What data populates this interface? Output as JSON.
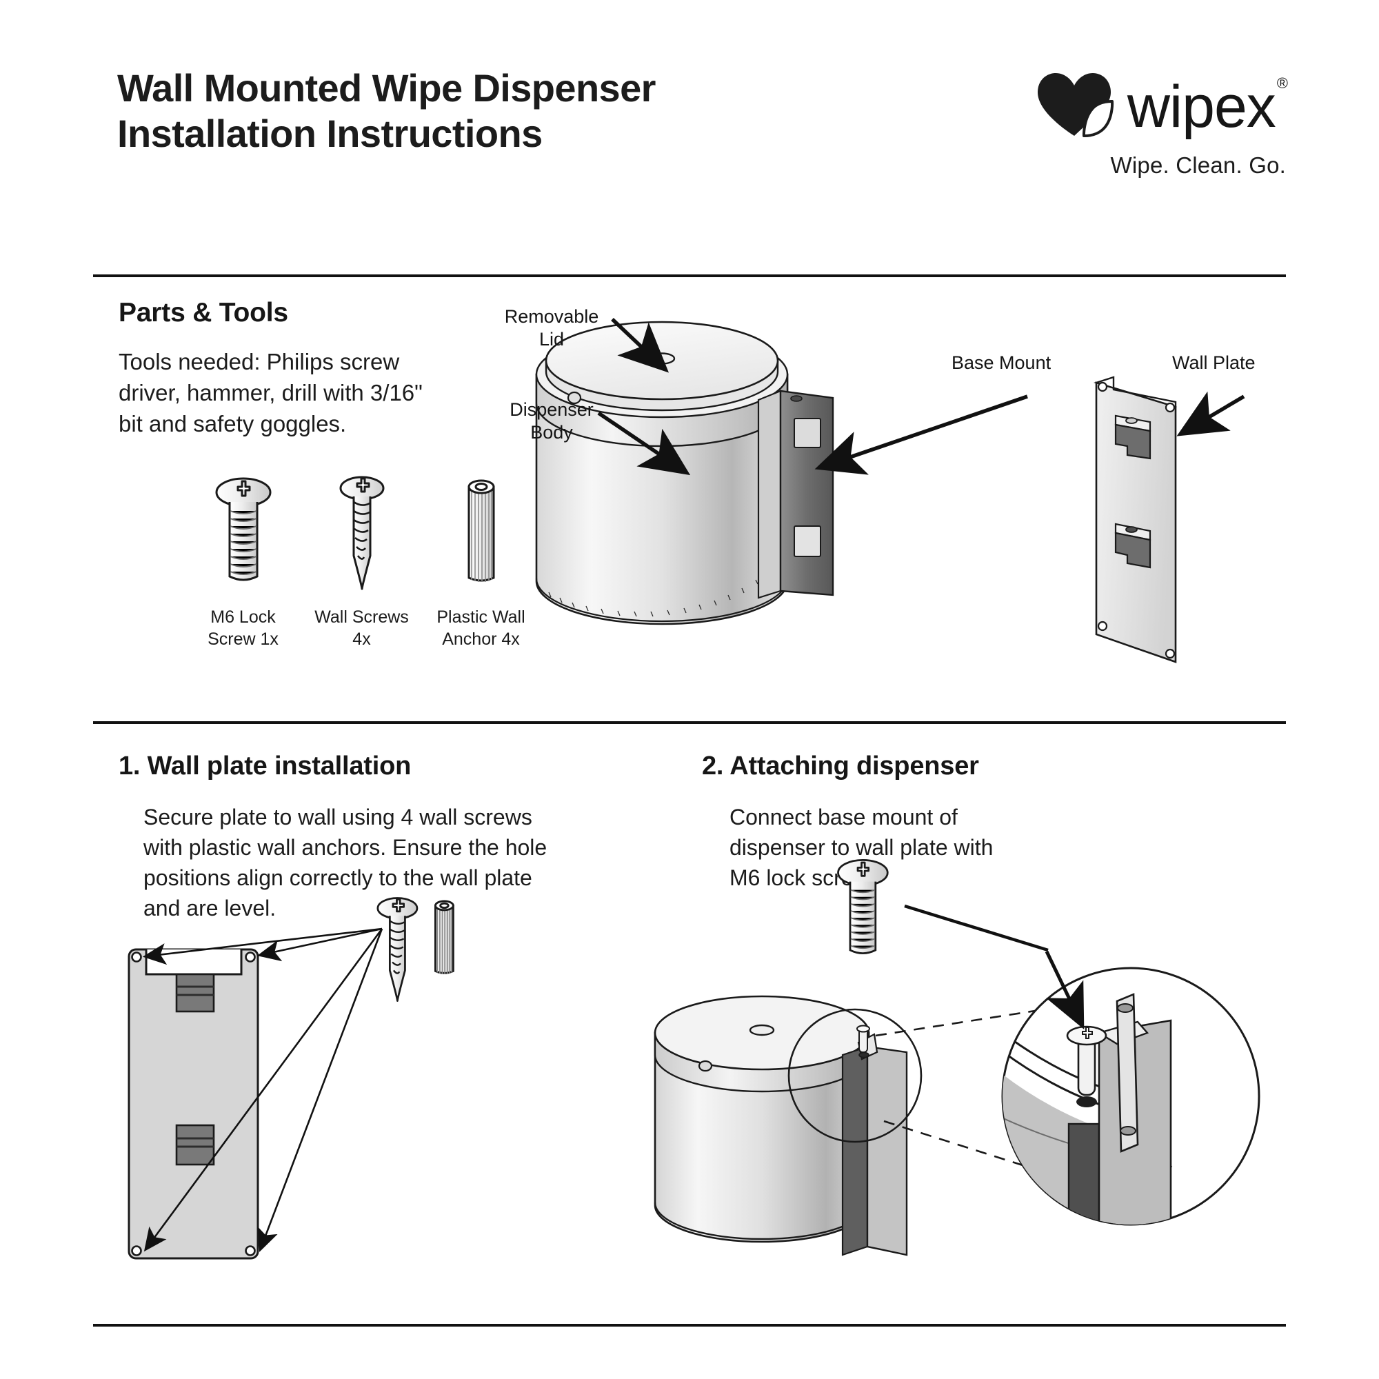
{
  "document": {
    "title_line1": "Wall Mounted Wipe Dispenser",
    "title_line2": "Installation Instructions"
  },
  "brand": {
    "logo_icon": "heart-leaf-icon",
    "wordmark": "wipex",
    "registered": "®",
    "tagline": "Wipe. Clean. Go."
  },
  "parts_section": {
    "heading": "Parts & Tools",
    "tools_text": "Tools needed: Philips screw driver, hammer, drill with 3/16\" bit and safety goggles.",
    "parts": [
      {
        "icon": "m6-lock-screw-icon",
        "caption_line1": "M6 Lock",
        "caption_line2": "Screw 1x"
      },
      {
        "icon": "wall-screw-icon",
        "caption_line1": "Wall Screws",
        "caption_line2": "4x"
      },
      {
        "icon": "plastic-wall-anchor-icon",
        "caption_line1": "Plastic Wall",
        "caption_line2": "Anchor 4x"
      }
    ]
  },
  "diagram": {
    "callouts": [
      {
        "id": "removable-lid",
        "line1": "Removable",
        "line2": "Lid"
      },
      {
        "id": "dispenser-body",
        "line1": "Dispenser",
        "line2": "Body"
      },
      {
        "id": "base-mount",
        "line1": "Base Mount",
        "line2": ""
      },
      {
        "id": "wall-plate",
        "line1": "Wall Plate",
        "line2": ""
      }
    ]
  },
  "steps": [
    {
      "number": "1.",
      "heading": "1. Wall plate installation",
      "body": "Secure plate to wall using 4 wall screws with plastic wall anchors. Ensure the hole positions align correctly to the wall plate and are level."
    },
    {
      "number": "2.",
      "heading": "2. Attaching dispenser",
      "body": "Connect base mount of dispenser to wall plate with M6 lock screw."
    }
  ],
  "colors": {
    "ink": "#1a1a1a",
    "rule": "#111111",
    "metal_light": "#f2f2f2",
    "metal_mid": "#d0d0d0",
    "metal_dark": "#9a9a9a",
    "bracket_dark": "#6e6e6e",
    "plate_fill": "#d9d9d9"
  }
}
